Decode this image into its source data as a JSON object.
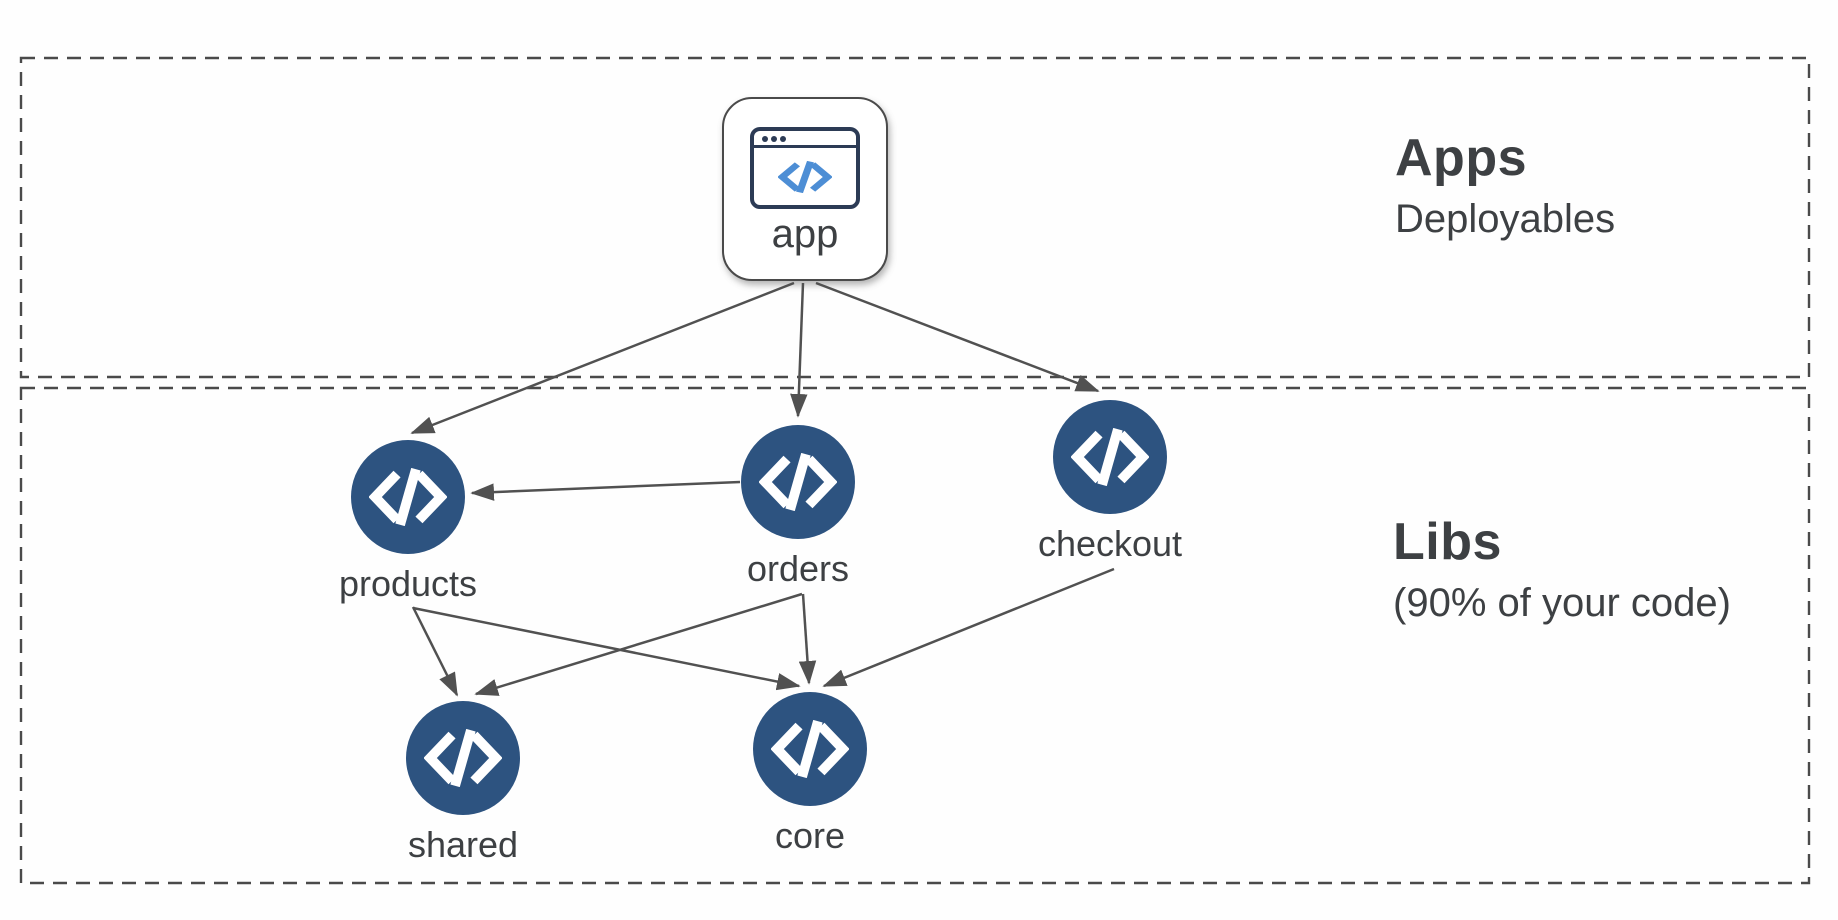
{
  "sections": {
    "apps": {
      "title": "Apps",
      "subtitle": "Deployables"
    },
    "libs": {
      "title": "Libs",
      "subtitle": "(90% of your code)"
    }
  },
  "nodes": {
    "app": {
      "label": "app",
      "kind": "application",
      "icon": "browser-window-icon"
    },
    "products": {
      "label": "products",
      "kind": "library",
      "icon": "code-icon"
    },
    "orders": {
      "label": "orders",
      "kind": "library",
      "icon": "code-icon"
    },
    "checkout": {
      "label": "checkout",
      "kind": "library",
      "icon": "code-icon"
    },
    "shared": {
      "label": "shared",
      "kind": "library",
      "icon": "code-icon"
    },
    "core": {
      "label": "core",
      "kind": "library",
      "icon": "code-icon"
    }
  },
  "edges": [
    {
      "from": "app",
      "to": "products"
    },
    {
      "from": "app",
      "to": "orders"
    },
    {
      "from": "app",
      "to": "checkout"
    },
    {
      "from": "orders",
      "to": "products"
    },
    {
      "from": "products",
      "to": "shared"
    },
    {
      "from": "products",
      "to": "core"
    },
    {
      "from": "orders",
      "to": "shared"
    },
    {
      "from": "orders",
      "to": "core"
    },
    {
      "from": "checkout",
      "to": "core"
    }
  ],
  "colors": {
    "lib_circle": "#2d5380",
    "icon_outline": "#2c3b55",
    "code_accent": "#4d8ed5",
    "text": "#3d4043",
    "arrow": "#515151",
    "dashed_border": "#4a4a4a"
  }
}
